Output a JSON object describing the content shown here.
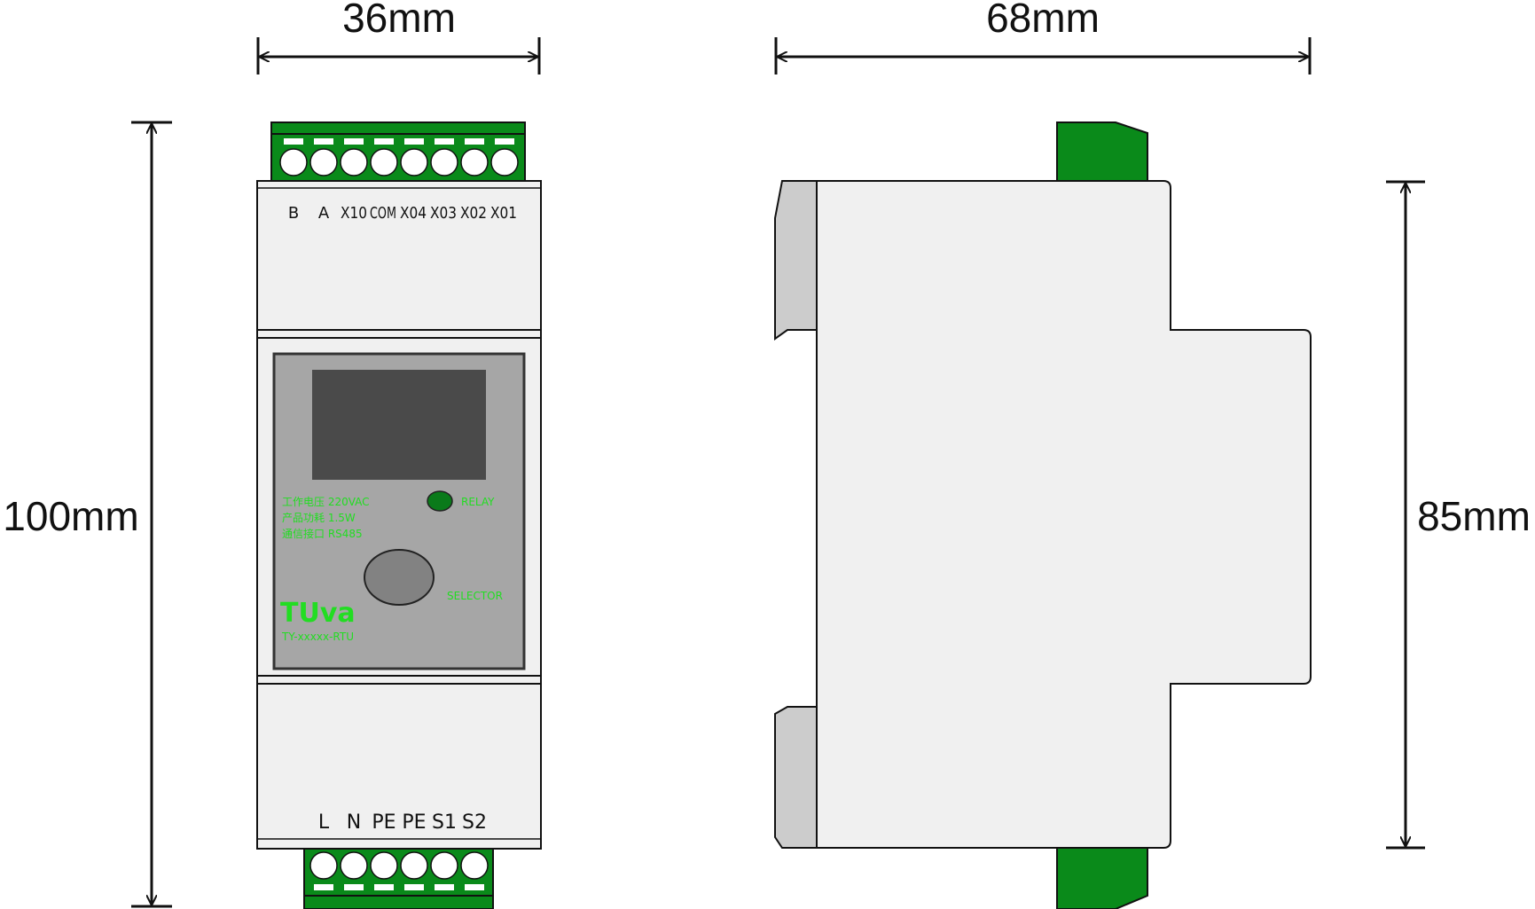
{
  "dimensions": {
    "front_width": "36mm",
    "front_height": "100mm",
    "side_width": "68mm",
    "side_height": "85mm"
  },
  "terminals": {
    "top": [
      "B",
      "A",
      "X10",
      "COM",
      "X04",
      "X03",
      "X02",
      "X01"
    ],
    "bottom": [
      "L",
      "N",
      "PE",
      "PE",
      "S1",
      "S2"
    ]
  },
  "panel": {
    "brand": "TUva",
    "spec_lines": [
      "工作电压 220VAC",
      "产品功耗 1.5W",
      "通信接口 RS485"
    ],
    "status_label": "RELAY",
    "button_label": "SELECTOR",
    "model": "TY-xxxxx-RTU"
  },
  "colors": {
    "terminal_green": "#0a8a1a",
    "panel_text_green": "#22dd22",
    "led_green": "#0a7a1a",
    "display": "#4a4a4a",
    "panel_bg": "#a6a6a6",
    "housing": "#f0f0f0",
    "clip": "#cccccc"
  }
}
